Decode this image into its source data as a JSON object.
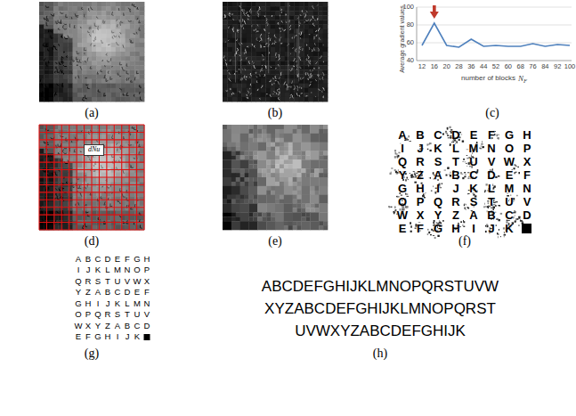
{
  "diagram": {
    "nodes": [
      {
        "text": [
          "dNu"
        ]
      }
    ],
    "labels": [
      "(a)",
      "(b)",
      "Average gradient values",
      "100",
      "80",
      "60",
      "40",
      "12",
      "16",
      "20",
      "28",
      "36",
      "44",
      "52",
      "60",
      "68",
      "76",
      "84",
      "92",
      "100",
      "number of blocks",
      "N",
      "F",
      "(c)",
      "(d)",
      "(e)",
      "A",
      "B",
      "C",
      "D",
      "E",
      "F",
      "G",
      "H",
      "I",
      "J",
      "K",
      "L",
      "M",
      "N",
      "O",
      "P",
      "Q",
      "R",
      "S",
      "T",
      "U",
      "V",
      "W",
      "X",
      "Y",
      "Z",
      "A",
      "B",
      "C",
      "D",
      "E",
      "F",
      "G",
      "H",
      "I",
      "J",
      "K",
      "L",
      "M",
      "N",
      "O",
      "P",
      "Q",
      "R",
      "S",
      "T",
      "U",
      "V",
      "W",
      "X",
      "Y",
      "Z",
      "A",
      "B",
      "C",
      "D",
      "E",
      "F",
      "G",
      "H",
      "I",
      "J",
      "K",
      "(f)",
      "A",
      "B",
      "C",
      "D",
      "E",
      "F",
      "G",
      "H",
      "I",
      "J",
      "K",
      "L",
      "M",
      "N",
      "O",
      "P",
      "Q",
      "R",
      "S",
      "T",
      "U",
      "V",
      "W",
      "X",
      "Y",
      "Z",
      "A",
      "B",
      "C",
      "D",
      "E",
      "F",
      "G",
      "H",
      "I",
      "J",
      "K",
      "L",
      "M",
      "N",
      "O",
      "P",
      "Q",
      "R",
      "S",
      "T",
      "U",
      "V",
      "W",
      "X",
      "Y",
      "Z",
      "A",
      "B",
      "C",
      "D",
      "E",
      "F",
      "G",
      "H",
      "I",
      "J",
      "K",
      "(g)",
      "ABCDEFGHIJKLMNOPQRSTUVW",
      "XYZABCDEFGHIJKLMNOPQRST",
      "UVWXYZABCDEFGHIJK",
      "(h)"
    ]
  }
}
